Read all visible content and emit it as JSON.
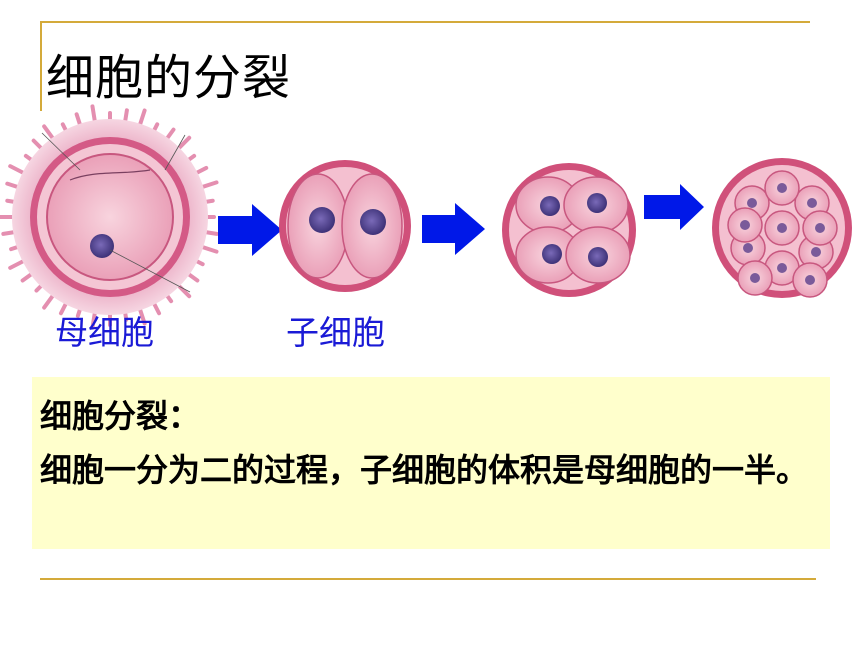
{
  "slide": {
    "title": "细胞的分裂",
    "captions": {
      "mother_cell": "母细胞",
      "daughter_cell": "子细胞"
    },
    "definition": {
      "heading": "细胞分裂：",
      "body": "细胞一分为二的过程，子细胞的体积是母细胞的一半。"
    }
  },
  "colors": {
    "rule": "#d4aa3a",
    "caption_text": "#1a1ad6",
    "box_background": "#ffffcc",
    "arrow": "#0018e8",
    "cell_membrane": "#c43a6c",
    "cytoplasm": "#f3b4c8",
    "nucleus": "#5a4a9a"
  }
}
